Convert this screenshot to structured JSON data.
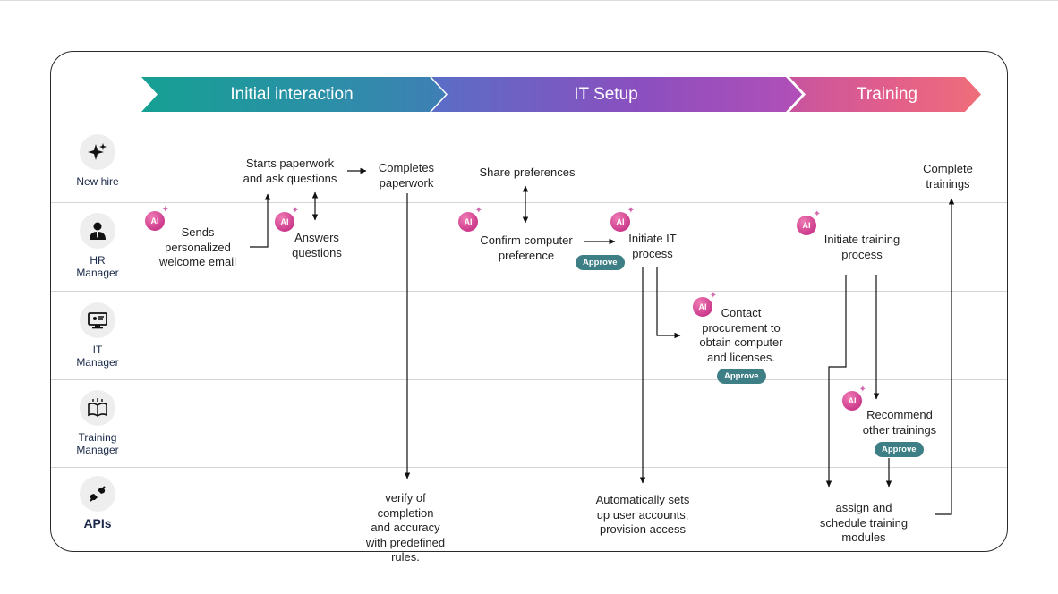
{
  "phases": [
    "Initial interaction",
    "IT Setup",
    "Training"
  ],
  "roles": [
    {
      "key": "new-hire",
      "label": "New hire",
      "icon": "sparkles-icon"
    },
    {
      "key": "hr-manager",
      "label": "HR Manager",
      "icon": "person-icon"
    },
    {
      "key": "it-manager",
      "label": "IT Manager",
      "icon": "monitor-icon"
    },
    {
      "key": "training-manager",
      "label": "Training Manager",
      "icon": "book-icon"
    },
    {
      "key": "apis",
      "label": "APIs",
      "icon": "plug-icon"
    }
  ],
  "steps": {
    "starts_paperwork": "Starts paperwork\nand ask questions",
    "completes_paperwork": "Completes\npaperwork",
    "share_preferences": "Share preferences",
    "complete_trainings": "Complete\ntrainings",
    "sends_email": "Sends\npersonalized\nwelcome email",
    "answers_questions": "Answers\nquestions",
    "confirm_preference": "Confirm computer\npreference",
    "initiate_it": "Initiate IT\nprocess",
    "initiate_training": "Initiate training\nprocess",
    "contact_procurement": "Contact\nprocurement to\nobtain computer\nand licenses.",
    "recommend_trainings": "Recommend\nother trainings",
    "verify_completion": "verify of\ncompletion\nand accuracy\nwith predefined\nrules.",
    "auto_accounts": "Automatically sets\nup user accounts,\nprovision access",
    "assign_schedule": "assign and\nschedule training\nmodules"
  },
  "badges": {
    "ai": "AI",
    "approve": "Approve"
  },
  "colors": {
    "phase_initial": "#16a093",
    "phase_it": "#8a4fbf",
    "phase_training": "#e35f8a",
    "ai_badge": "#cc3b8c",
    "approve_badge": "#3e7f86",
    "role_text": "#1b2a4a"
  }
}
